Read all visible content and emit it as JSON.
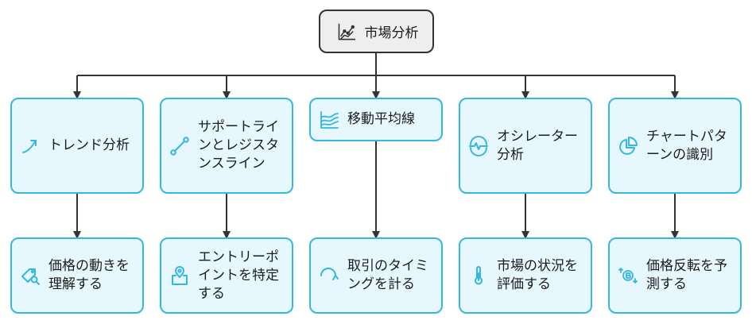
{
  "root": {
    "label": "市場分析",
    "icon": "line-chart-icon"
  },
  "colors": {
    "node_fill": "#e6f7fd",
    "node_border": "#35b7e4",
    "root_fill": "#eeeeee",
    "root_border": "#333333",
    "line": "#333333"
  },
  "branches": [
    {
      "label": "トレンド分析",
      "icon": "trend-arrow-icon",
      "child": {
        "label": "価格の動きを理解する",
        "icon": "tag-search-icon"
      }
    },
    {
      "label": "サポートラインとレジスタンスライン",
      "icon": "line-segment-icon",
      "child": {
        "label": "エントリーポイントを特定する",
        "icon": "map-pin-icon"
      }
    },
    {
      "label": "移動平均線",
      "icon": "area-chart-icon",
      "child": {
        "label": "取引のタイミングを計る",
        "icon": "timing-arrow-icon"
      }
    },
    {
      "label": "オシレーター分析",
      "icon": "pulse-icon",
      "child": {
        "label": "市場の状況を評価する",
        "icon": "thermometer-icon"
      }
    },
    {
      "label": "チャートパターンの識別",
      "icon": "pie-chart-icon",
      "child": {
        "label": "価格反転を予測する",
        "icon": "coin-reverse-icon"
      }
    }
  ]
}
